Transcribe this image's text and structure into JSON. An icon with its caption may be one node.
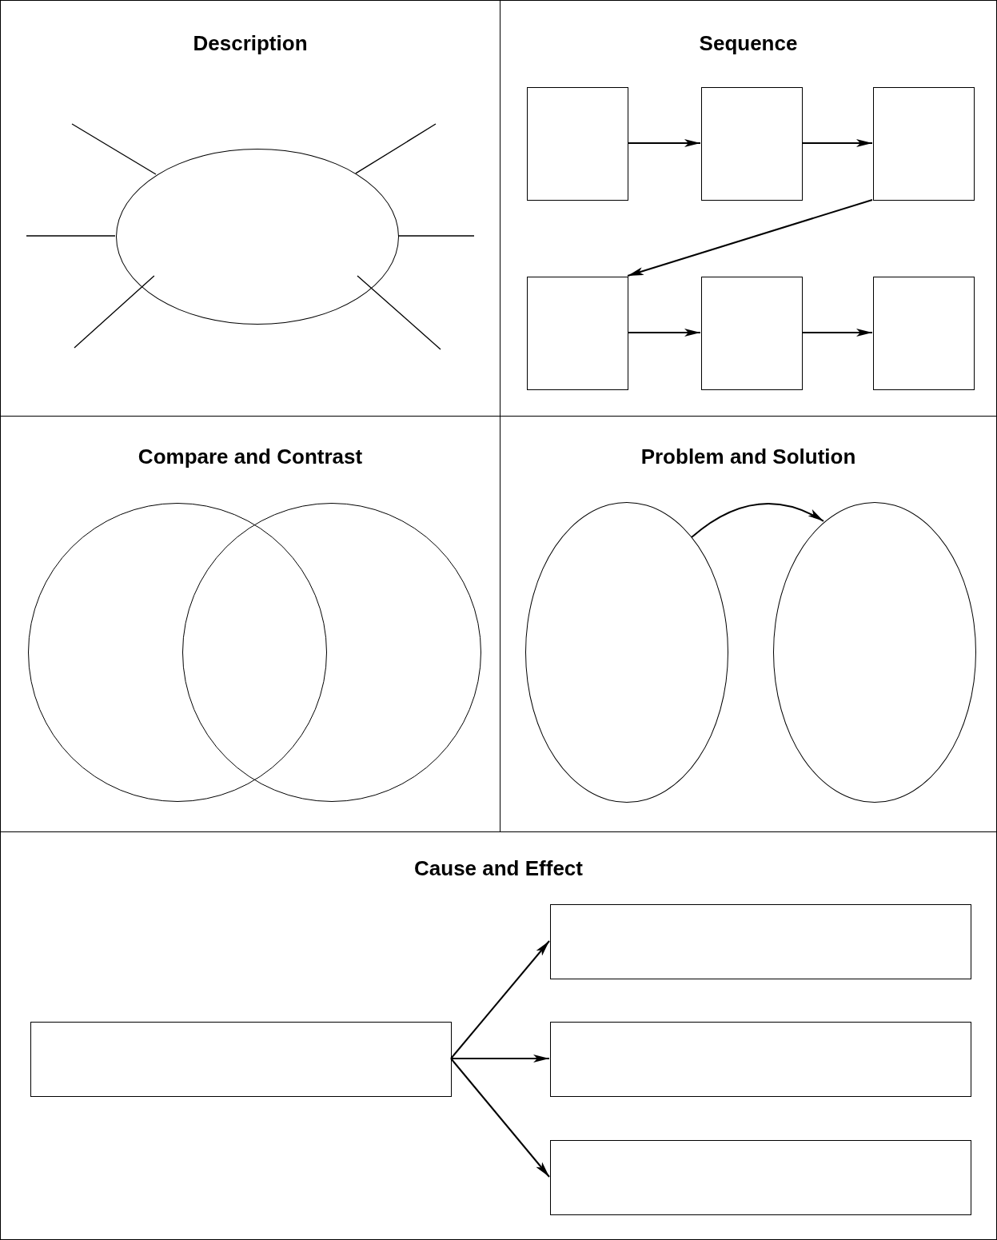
{
  "diagram": {
    "nodes": [
      {
        "text": [
          "Description"
        ]
      },
      {
        "text": [],
        "shape": "ellipse",
        "in": 0
      },
      {
        "text": [
          "Sequence"
        ]
      },
      {
        "text": [],
        "shape": "box",
        "in": 2
      },
      {
        "text": [],
        "shape": "box",
        "in": 2
      },
      {
        "text": [],
        "shape": "box",
        "in": 2
      },
      {
        "text": [],
        "shape": "box",
        "in": 2
      },
      {
        "text": [],
        "shape": "box",
        "in": 2
      },
      {
        "text": [],
        "shape": "box",
        "in": 2
      },
      {
        "text": [
          "Compare and Contrast"
        ]
      },
      {
        "text": [],
        "shape": "circle",
        "in": 9
      },
      {
        "text": [],
        "shape": "circle",
        "in": 9
      },
      {
        "text": [
          "Problem and Solution"
        ]
      },
      {
        "text": [],
        "shape": "ellipse",
        "in": 12
      },
      {
        "text": [],
        "shape": "ellipse",
        "in": 12
      },
      {
        "text": [
          "Cause and Effect"
        ]
      },
      {
        "text": [],
        "shape": "box",
        "in": 15
      },
      {
        "text": [],
        "shape": "box",
        "in": 15
      },
      {
        "text": [],
        "shape": "box",
        "in": 15
      },
      {
        "text": [],
        "shape": "box",
        "in": 15
      }
    ],
    "edges": [
      {
        "from": 1,
        "to": null,
        "arrow": "none"
      },
      {
        "from": 1,
        "to": null,
        "arrow": "none"
      },
      {
        "from": 1,
        "to": null,
        "arrow": "none"
      },
      {
        "from": 1,
        "to": null,
        "arrow": "none"
      },
      {
        "from": 1,
        "to": null,
        "arrow": "none"
      },
      {
        "from": 1,
        "to": null,
        "arrow": "none"
      },
      {
        "from": 3,
        "to": 4,
        "arrow": "to"
      },
      {
        "from": 4,
        "to": 5,
        "arrow": "to"
      },
      {
        "from": 5,
        "to": 6,
        "arrow": "to"
      },
      {
        "from": 6,
        "to": 7,
        "arrow": "to"
      },
      {
        "from": 7,
        "to": 8,
        "arrow": "to"
      },
      {
        "from": 13,
        "to": 14,
        "arrow": "to"
      },
      {
        "from": 16,
        "to": 17,
        "arrow": "to"
      },
      {
        "from": 16,
        "to": 18,
        "arrow": "to"
      },
      {
        "from": 16,
        "to": 19,
        "arrow": "to"
      }
    ]
  }
}
